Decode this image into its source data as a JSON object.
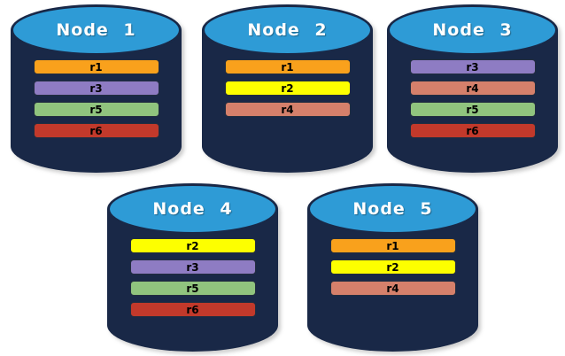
{
  "diagram": {
    "title": "database-nodes-replica-distribution",
    "replica_colors": {
      "r1": "#f9a11c",
      "r2": "#fdff00",
      "r3": "#8e7cc3",
      "r4": "#d5806b",
      "r5": "#90c47e",
      "r6": "#c2392b"
    },
    "cylinder_colors": {
      "body": "#192847",
      "top": "#2e9bd6",
      "title_text": "#ffffff"
    },
    "nodes": [
      {
        "label": "Node 1",
        "replicas": [
          "r1",
          "r3",
          "r5",
          "r6"
        ]
      },
      {
        "label": "Node 2",
        "replicas": [
          "r1",
          "r2",
          "r4"
        ]
      },
      {
        "label": "Node 3",
        "replicas": [
          "r3",
          "r4",
          "r5",
          "r6"
        ]
      },
      {
        "label": "Node 4",
        "replicas": [
          "r2",
          "r3",
          "r5",
          "r6"
        ]
      },
      {
        "label": "Node 5",
        "replicas": [
          "r1",
          "r2",
          "r4"
        ]
      }
    ]
  }
}
